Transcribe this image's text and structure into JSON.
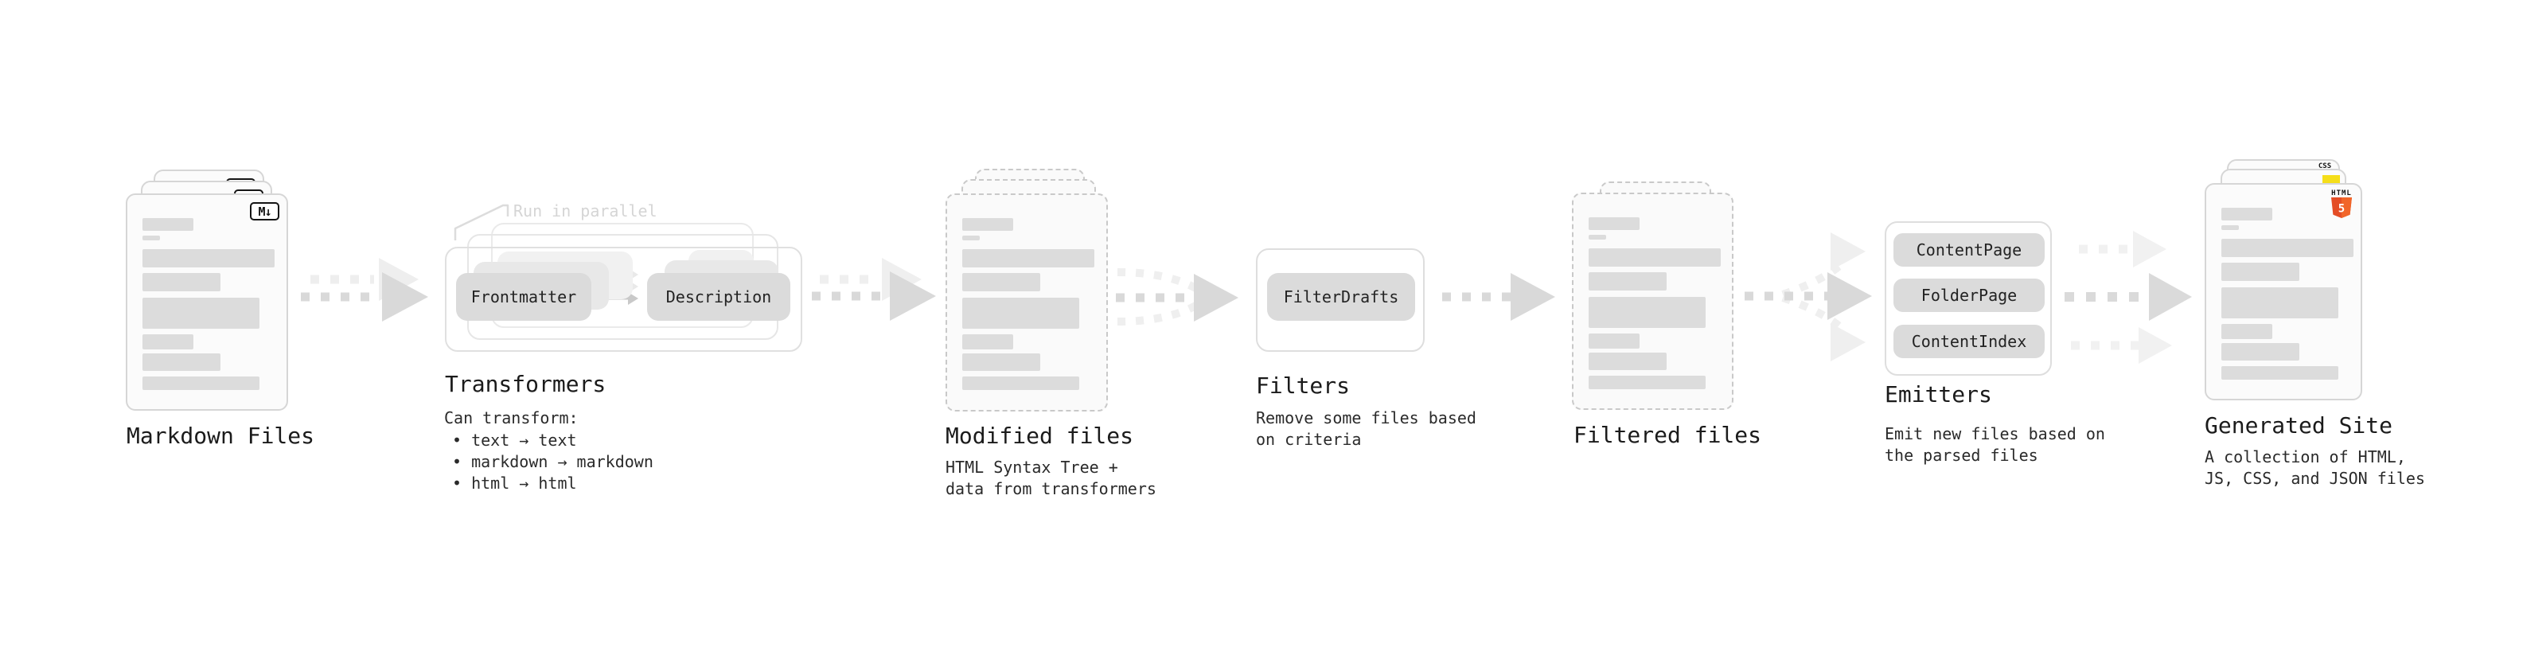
{
  "sections": {
    "markdown_files": {
      "title": "Markdown Files",
      "badge": "M↓"
    },
    "transformers": {
      "note": "Run in parallel",
      "source_button": "Frontmatter",
      "target_button": "Description",
      "title": "Transformers",
      "caption_heading": "Can transform:",
      "caption_items": [
        "• text → text",
        "• markdown → markdown",
        "• html → html"
      ]
    },
    "modified_files": {
      "title": "Modified files",
      "caption": "HTML Syntax Tree +\ndata from transformers"
    },
    "filters": {
      "button": "FilterDrafts",
      "title": "Filters",
      "caption": "Remove some files based\non criteria"
    },
    "filtered_files": {
      "title": "Filtered files"
    },
    "emitters": {
      "buttons": [
        "ContentPage",
        "FolderPage",
        "ContentIndex"
      ],
      "title": "Emitters",
      "caption": "Emit new files based on\nthe parsed files"
    },
    "generated_site": {
      "title": "Generated Site",
      "caption": "A collection of HTML,\nJS, CSS, and JSON files",
      "css_badge": "CSS",
      "html_badge_label": "HTML",
      "html_badge_number": "5"
    }
  },
  "colors": {
    "html5_orange": "#e44d26",
    "html5_orange_light": "#f16529",
    "js_yellow": "#f5de19",
    "css_blue": "#2965f1"
  }
}
